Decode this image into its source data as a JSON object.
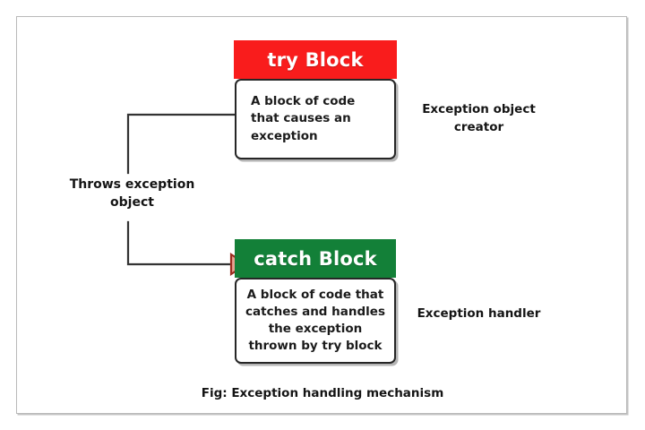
{
  "figure": {
    "caption": "Fig: Exception handling mechanism",
    "frame_border_color": "#b9b9b9",
    "background_color": "#ffffff"
  },
  "blocks": [
    {
      "id": "try",
      "header_label": "try Block",
      "header_color": "#f91c1c",
      "header_text_color": "#ffffff",
      "body_text": "A block of code that\ncauses an exception",
      "body_text_align": "left",
      "body_border_color": "#262626",
      "side_label": "Exception object\ncreator"
    },
    {
      "id": "catch",
      "header_label": "catch Block",
      "header_color": "#138038",
      "header_text_color": "#ffffff",
      "body_text": "A block of code that\ncatches and handles\nthe exception thrown\nby try block",
      "body_text_align": "center",
      "body_border_color": "#262626",
      "side_label": "Exception handler"
    }
  ],
  "connector": {
    "label": "Throws exception\nobject",
    "line_color": "#333333",
    "arrowhead_fill": "#e8a090",
    "arrowhead_stroke": "#9b2d1f",
    "direction": "try-to-catch"
  }
}
